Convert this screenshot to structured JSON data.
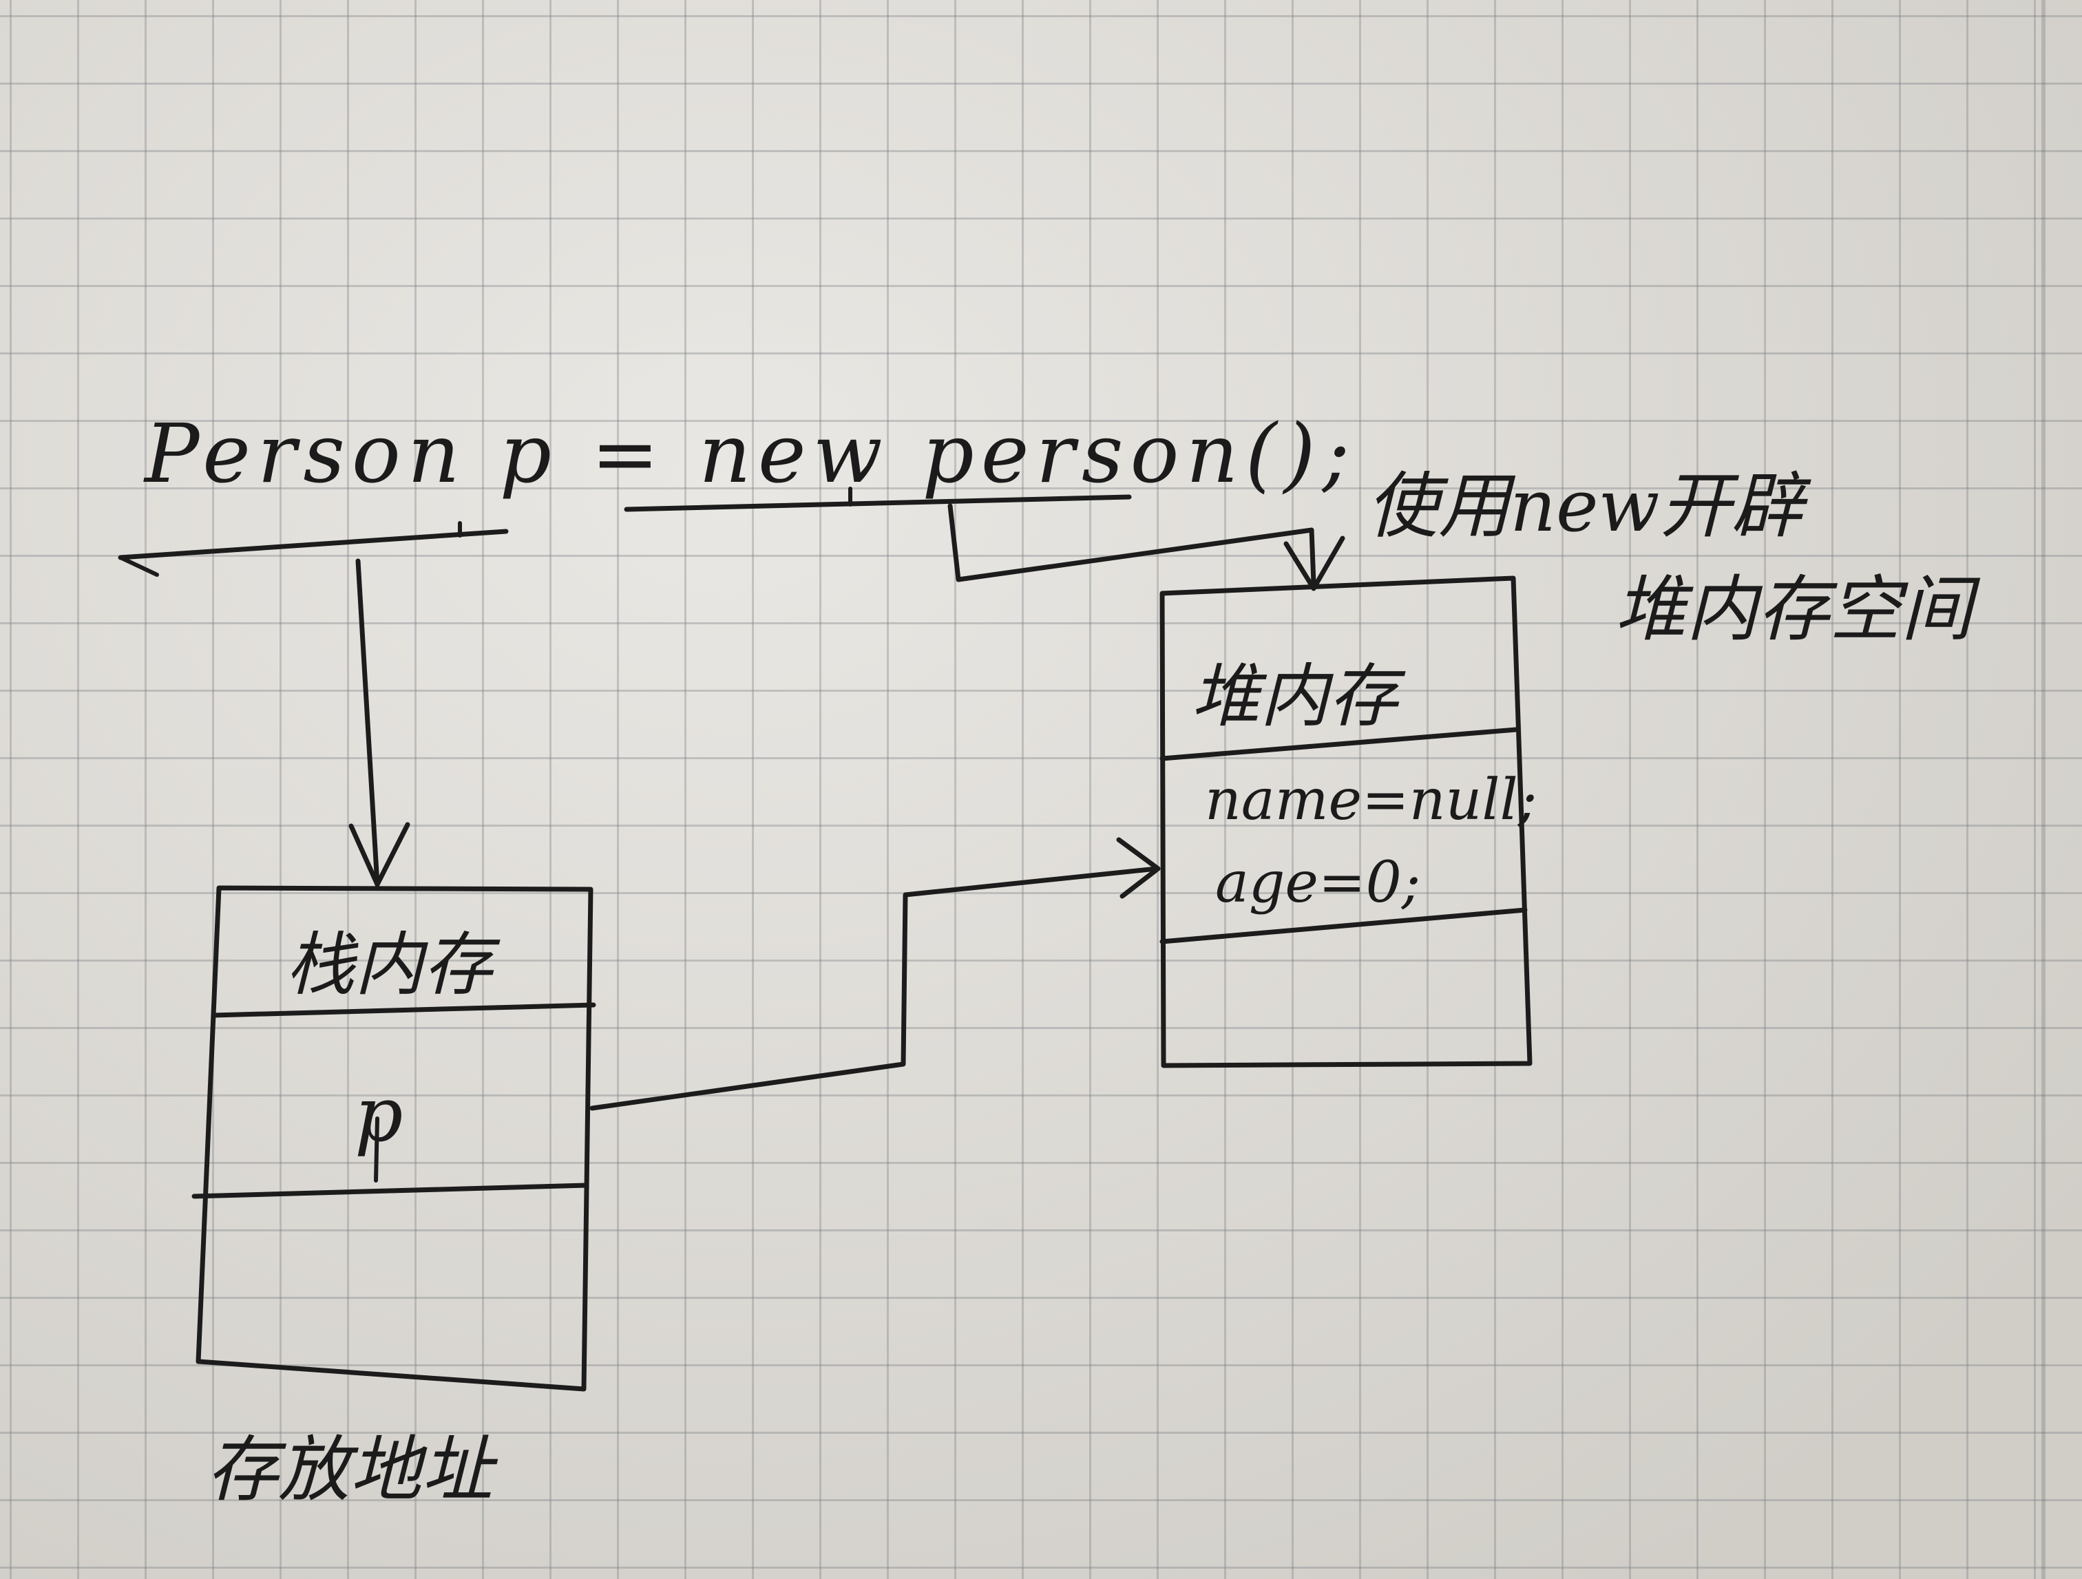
{
  "code": {
    "statement": "Person p = new person();"
  },
  "annotation": {
    "new_note_line1": "使用new开辟",
    "new_note_line2": "堆内存空间"
  },
  "heap": {
    "title": "堆内存",
    "field_name": "name=null;",
    "field_age": "age=0;"
  },
  "stack": {
    "title": "栈内存",
    "variable": "p"
  },
  "labels": {
    "address": "存放地址"
  }
}
